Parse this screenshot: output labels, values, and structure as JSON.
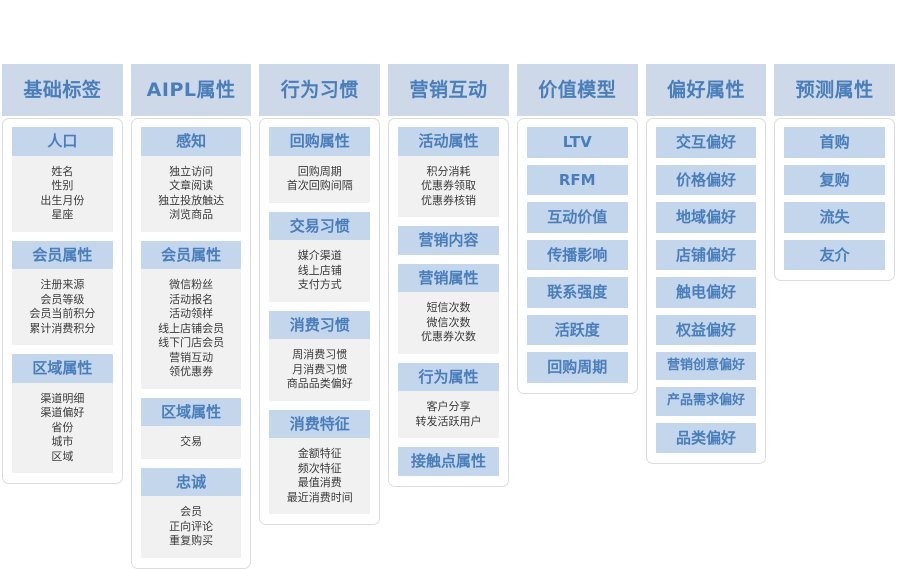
{
  "theme": {
    "header_bg": "#cdd9e8",
    "title_bg": "#c3d6ec",
    "title_text": "#4a7ebb",
    "items_bg": "#f1f1f1",
    "items_text": "#3a3a3a",
    "card_bg": "#ffffff",
    "card_border": "#dcdcdc",
    "page_bg": "#ffffff"
  },
  "columns": [
    {
      "header": "基础标签",
      "style": "groups",
      "groups": [
        {
          "title": "人口",
          "items": [
            "姓名",
            "性别",
            "出生月份",
            "星座"
          ]
        },
        {
          "title": "会员属性",
          "items": [
            "注册来源",
            "会员等级",
            "会员当前积分",
            "累计消费积分"
          ]
        },
        {
          "title": "区域属性",
          "items": [
            "渠道明细",
            "渠道偏好",
            "省份",
            "城市",
            "区域"
          ]
        }
      ]
    },
    {
      "header": "AIPL属性",
      "style": "groups",
      "groups": [
        {
          "title": "感知",
          "items": [
            "独立访问",
            "文章阅读",
            "独立投放触达",
            "浏览商品"
          ]
        },
        {
          "title": "会员属性",
          "items": [
            "微信粉丝",
            "活动报名",
            "活动领样",
            "线上店铺会员",
            "线下门店会员",
            "营销互动",
            "领优惠券"
          ]
        },
        {
          "title": "区域属性",
          "items": [
            "交易"
          ]
        },
        {
          "title": "忠诚",
          "items": [
            "会员",
            "正向评论",
            "重复购买"
          ]
        }
      ]
    },
    {
      "header": "行为习惯",
      "style": "groups",
      "groups": [
        {
          "title": "回购属性",
          "items": [
            "回购周期",
            "首次回购间隔"
          ]
        },
        {
          "title": "交易习惯",
          "items": [
            "媒介渠道",
            "线上店铺",
            "支付方式"
          ]
        },
        {
          "title": "消费习惯",
          "items": [
            "周消费习惯",
            "月消费习惯",
            "商品品类偏好"
          ]
        },
        {
          "title": "消费特征",
          "items": [
            "金额特征",
            "频次特征",
            "最值消费",
            "最近消费时间"
          ]
        }
      ]
    },
    {
      "header": "营销互动",
      "style": "groups",
      "groups": [
        {
          "title": "活动属性",
          "items": [
            "积分消耗",
            "优惠券领取",
            "优惠券核销"
          ]
        },
        {
          "title": "营销内容",
          "items": []
        },
        {
          "title": "营销属性",
          "items": [
            "短信次数",
            "微信次数",
            "优惠券次数"
          ]
        },
        {
          "title": "行为属性",
          "items": [
            "客户分享",
            "转发活跃用户"
          ]
        },
        {
          "title": "接触点属性",
          "items": []
        }
      ]
    },
    {
      "header": "价值模型",
      "style": "chips",
      "chips": [
        "LTV",
        "RFM",
        "互动价值",
        "传播影响",
        "联系强度",
        "活跃度",
        "回购周期"
      ]
    },
    {
      "header": "偏好属性",
      "style": "chips",
      "chips": [
        "交互偏好",
        "价格偏好",
        "地域偏好",
        "店铺偏好",
        "触电偏好",
        "权益偏好",
        "营销创意偏好",
        "产品需求偏好",
        "品类偏好"
      ]
    },
    {
      "header": "预测属性",
      "style": "chips",
      "chips": [
        "首购",
        "复购",
        "流失",
        "友介"
      ]
    }
  ]
}
